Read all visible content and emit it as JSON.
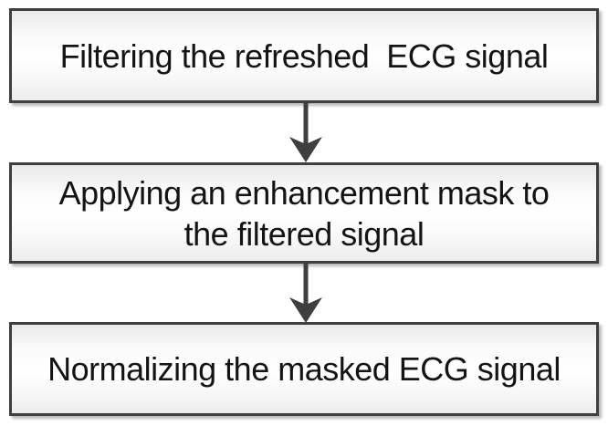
{
  "style": {
    "page_bg": "#ffffff",
    "border_color": "#3f3f3f",
    "arrow_color": "#3f3f3f",
    "text_color": "#141414"
  },
  "diagram": {
    "type": "flowchart",
    "direction": "top-to-bottom",
    "nodes": [
      {
        "id": "filter-step",
        "lines": [
          "Filtering the refreshed  ECG signal"
        ]
      },
      {
        "id": "mask-step",
        "lines": [
          "Applying an enhancement mask to",
          "the filtered signal"
        ]
      },
      {
        "id": "normalize-step",
        "lines": [
          "Normalizing the masked ECG signal"
        ]
      }
    ],
    "connectors": [
      {
        "from": "filter-step",
        "to": "mask-step",
        "style": "straight-arrow-down"
      },
      {
        "from": "mask-step",
        "to": "normalize-step",
        "style": "straight-arrow-down"
      }
    ]
  }
}
